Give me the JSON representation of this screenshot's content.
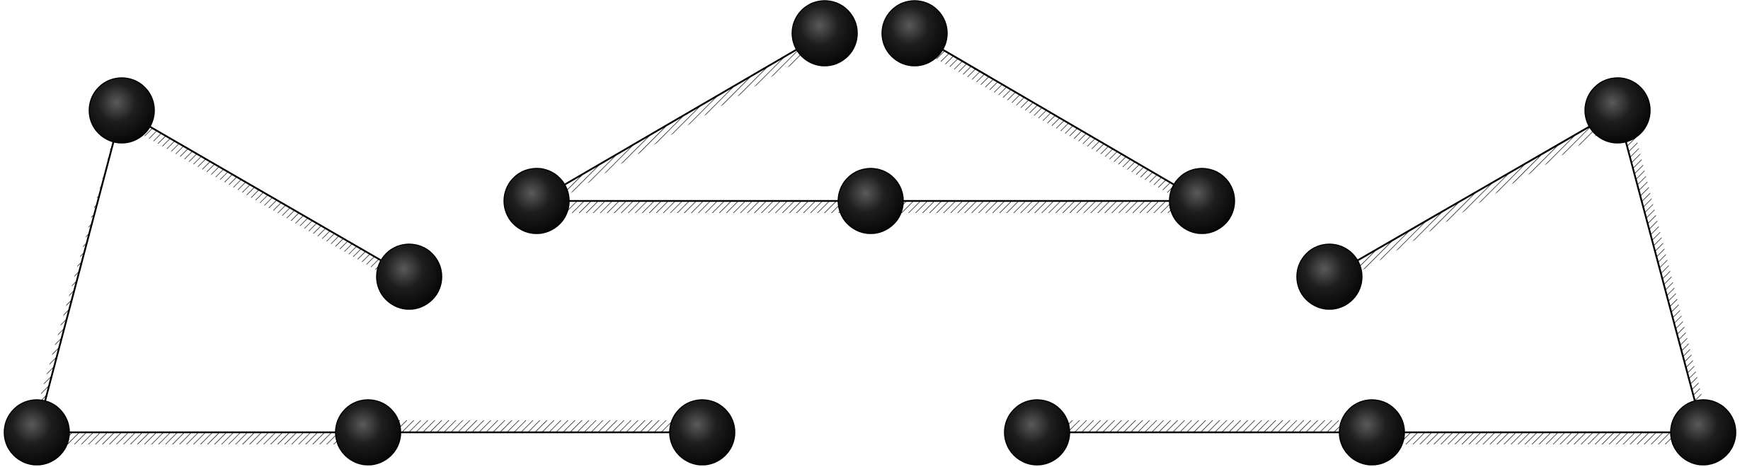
{
  "diagram": {
    "type": "linkage",
    "colors": {
      "background": "#ffffff",
      "rod": "#000000",
      "hatch": "#000000",
      "joint_dark": "#0a0a0a",
      "joint_highlight": "#5a5a5a"
    },
    "structures": [
      {
        "name": "left-linkage",
        "joint_count": 5,
        "rod_count": 4
      },
      {
        "name": "center-linkage",
        "joint_count": 5,
        "rod_count": 4
      },
      {
        "name": "right-linkage",
        "joint_count": 5,
        "rod_count": 4
      }
    ]
  }
}
